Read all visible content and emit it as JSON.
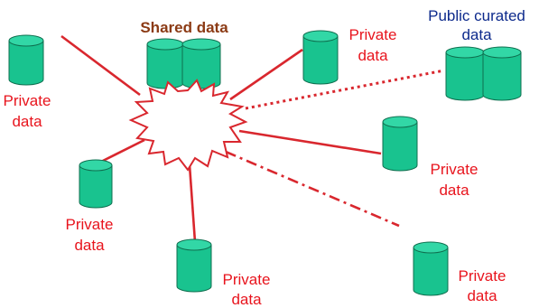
{
  "colors": {
    "cylinder_fill": "#19c38f",
    "cylinder_top": "#32d7a6",
    "cylinder_stroke": "#0f6f4f",
    "link": "#d9272e",
    "private_label": "#e8141d",
    "shared_label": "#8b3a14",
    "public_label": "#0d2a8c",
    "burst_fill": "#ffffff"
  },
  "shared": {
    "label": "Shared data"
  },
  "public": {
    "label_line1": "Public curated",
    "label_line2": "data"
  },
  "private_nodes": [
    {
      "line1": "Private",
      "line2": "data"
    },
    {
      "line1": "Private",
      "line2": "data"
    },
    {
      "line1": "Private",
      "line2": "data"
    },
    {
      "line1": "Private",
      "line2": "data"
    },
    {
      "line1": "Private",
      "line2": "data"
    },
    {
      "line1": "Private",
      "line2": "data"
    }
  ],
  "link_styles": [
    "solid",
    "solid",
    "solid",
    "solid",
    "solid",
    "dotted",
    "dash-dot"
  ]
}
